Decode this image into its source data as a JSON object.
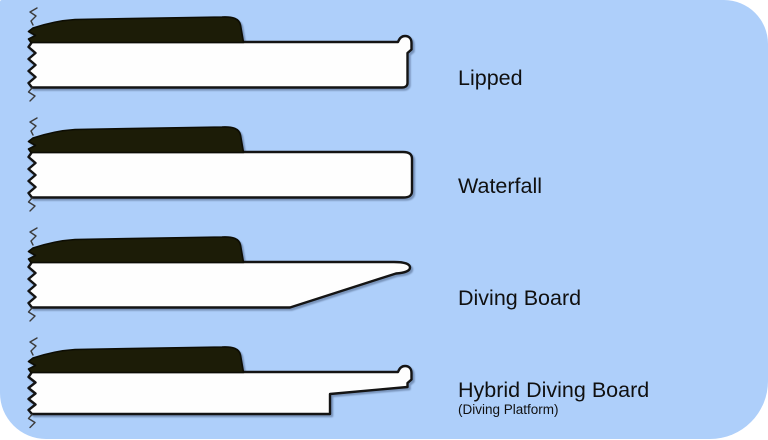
{
  "diagram": {
    "description": "Edge profile comparison diagram",
    "items": [
      {
        "id": "lipped",
        "label": "Lipped"
      },
      {
        "id": "waterfall",
        "label": "Waterfall"
      },
      {
        "id": "diving-board",
        "label": "Diving Board"
      },
      {
        "id": "hybrid-diving-board",
        "label": "Hybrid Diving Board",
        "sublabel": "(Diving Platform)"
      }
    ],
    "colors": {
      "card_background": "#aecffa",
      "page_background": "#ffffff",
      "bar": "#1c1c07",
      "slab": "#fefefe",
      "outline": "#141414",
      "text": "#101010"
    }
  }
}
